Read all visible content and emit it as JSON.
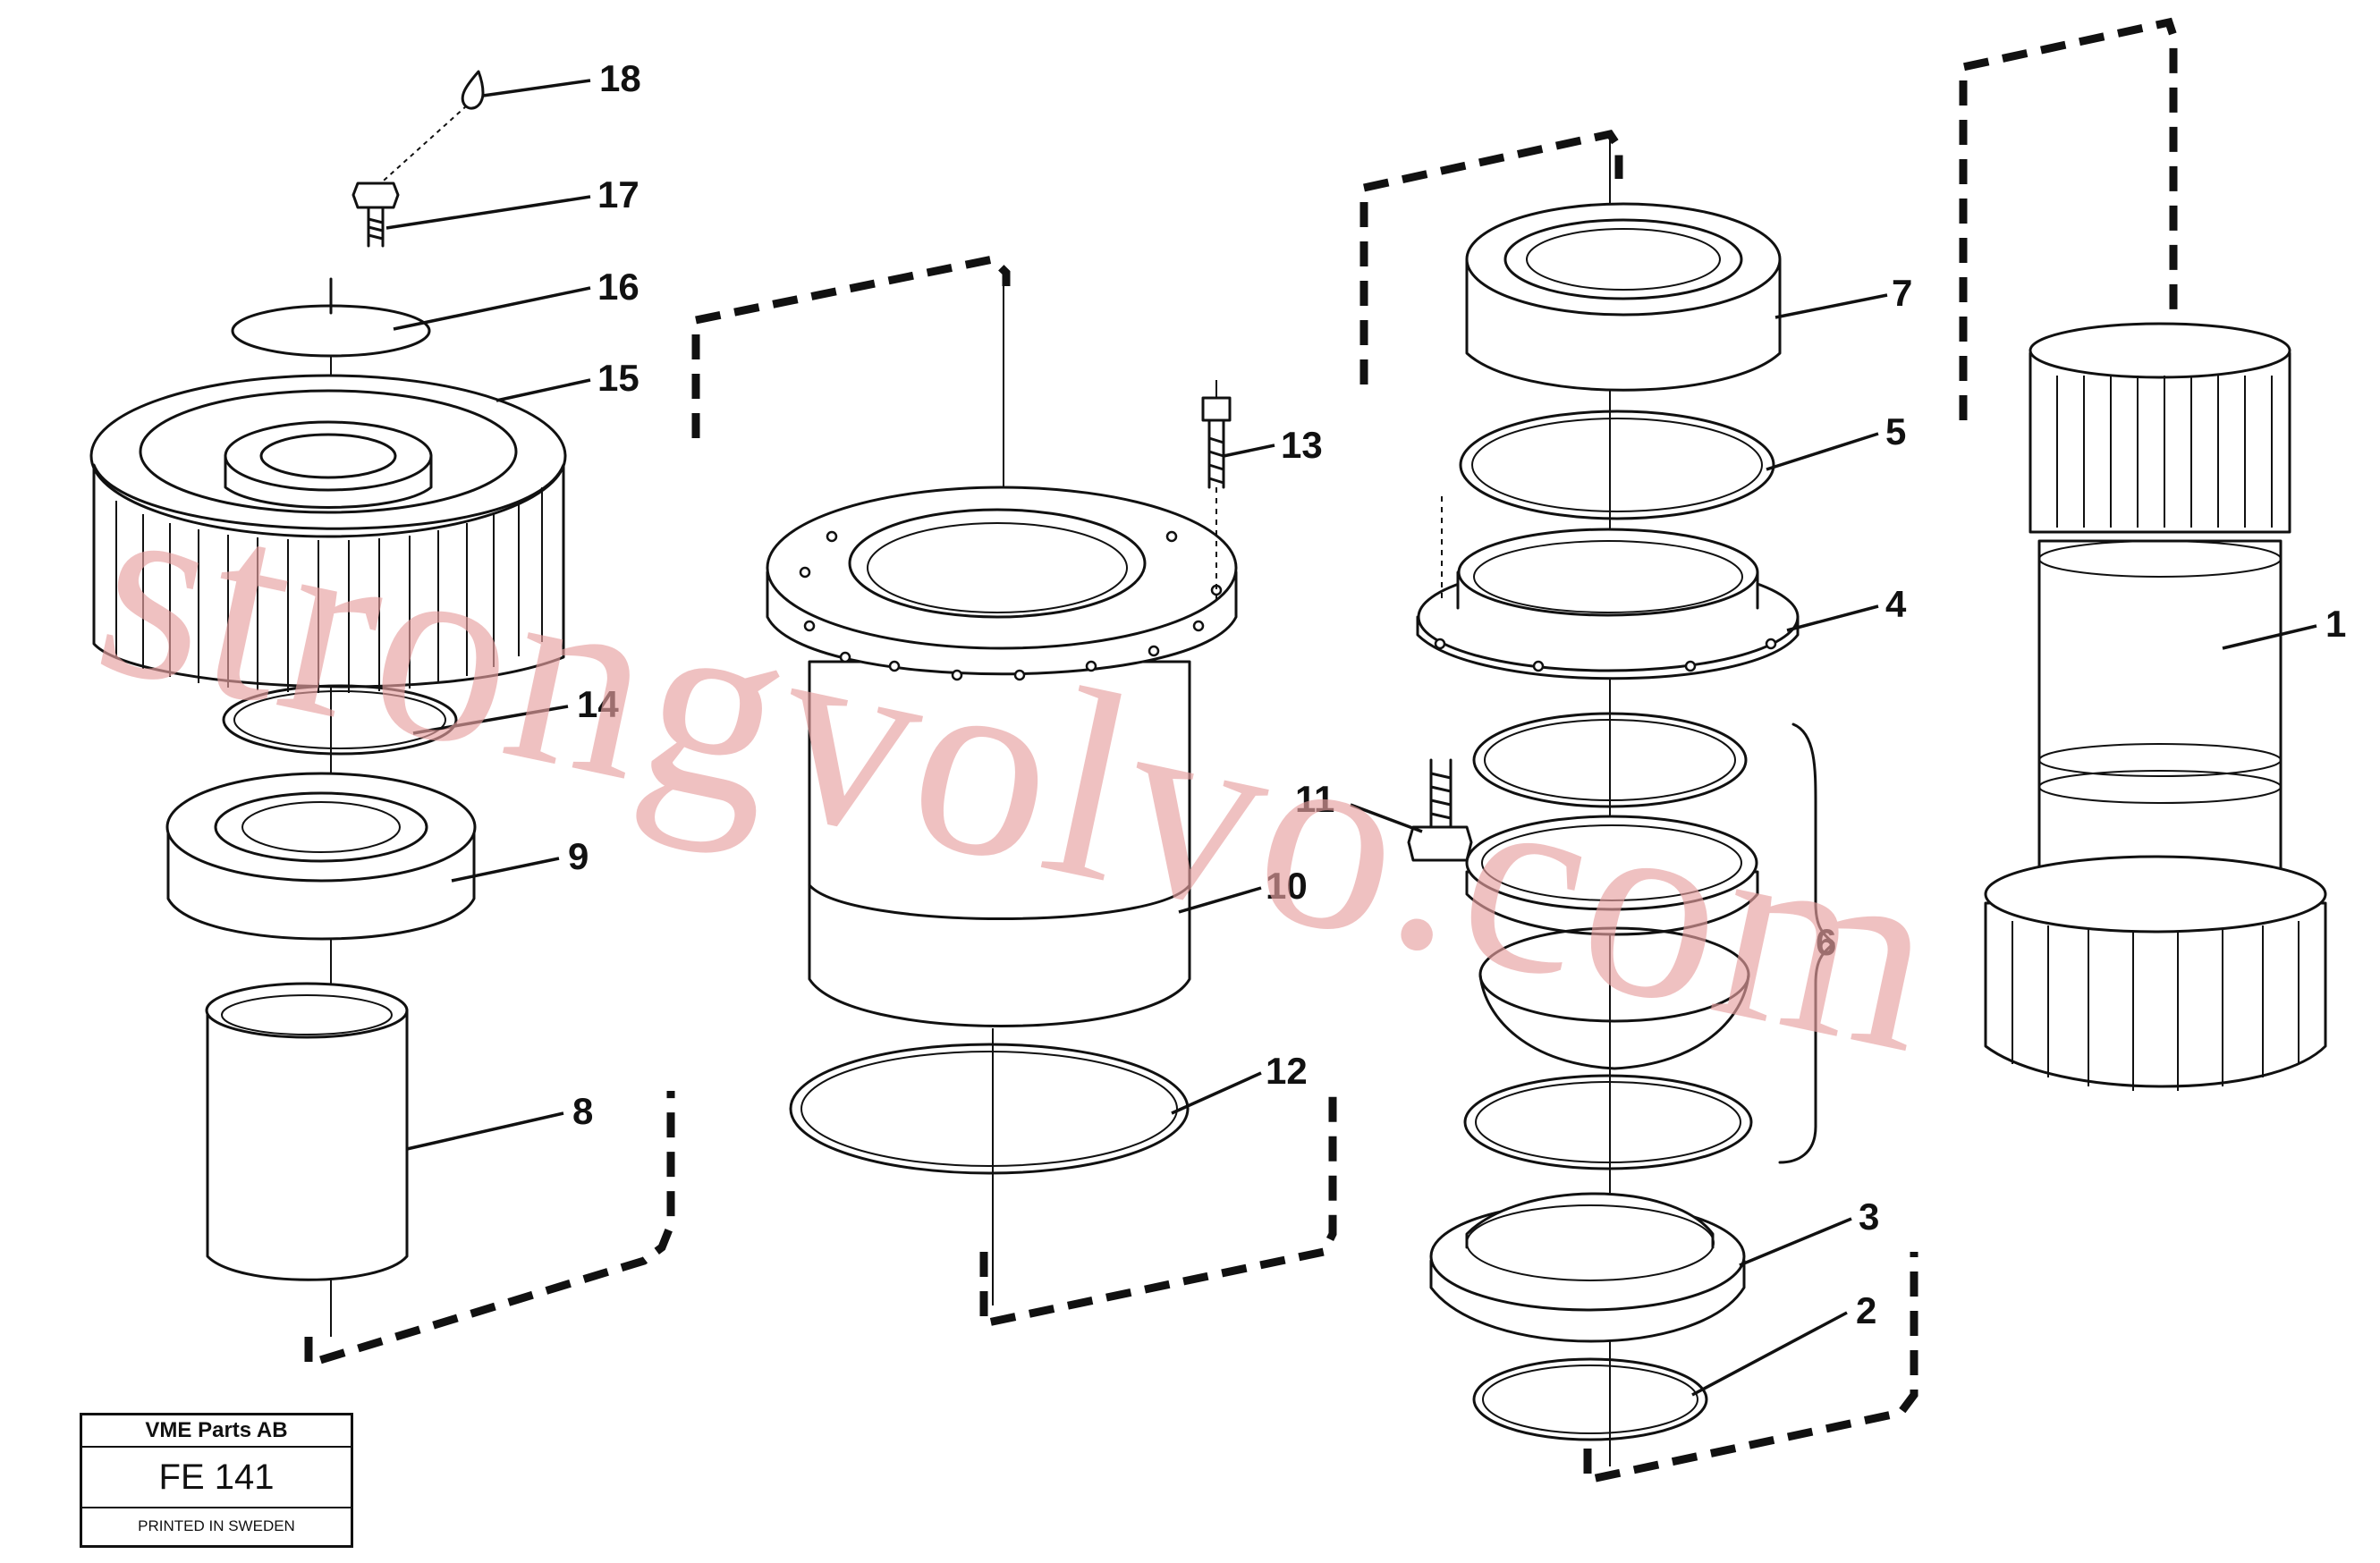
{
  "callouts": [
    {
      "label": "18"
    },
    {
      "label": "17"
    },
    {
      "label": "16"
    },
    {
      "label": "15"
    },
    {
      "label": "14"
    },
    {
      "label": "9"
    },
    {
      "label": "8"
    },
    {
      "label": "13"
    },
    {
      "label": "10"
    },
    {
      "label": "12"
    },
    {
      "label": "11"
    },
    {
      "label": "7"
    },
    {
      "label": "5"
    },
    {
      "label": "4"
    },
    {
      "label": "6"
    },
    {
      "label": "3"
    },
    {
      "label": "2"
    },
    {
      "label": "1"
    }
  ],
  "title_block": {
    "company": "VME Parts AB",
    "code": "FE 141",
    "printed": "PRINTED IN SWEDEN"
  },
  "watermark": "strongvolvo.com"
}
